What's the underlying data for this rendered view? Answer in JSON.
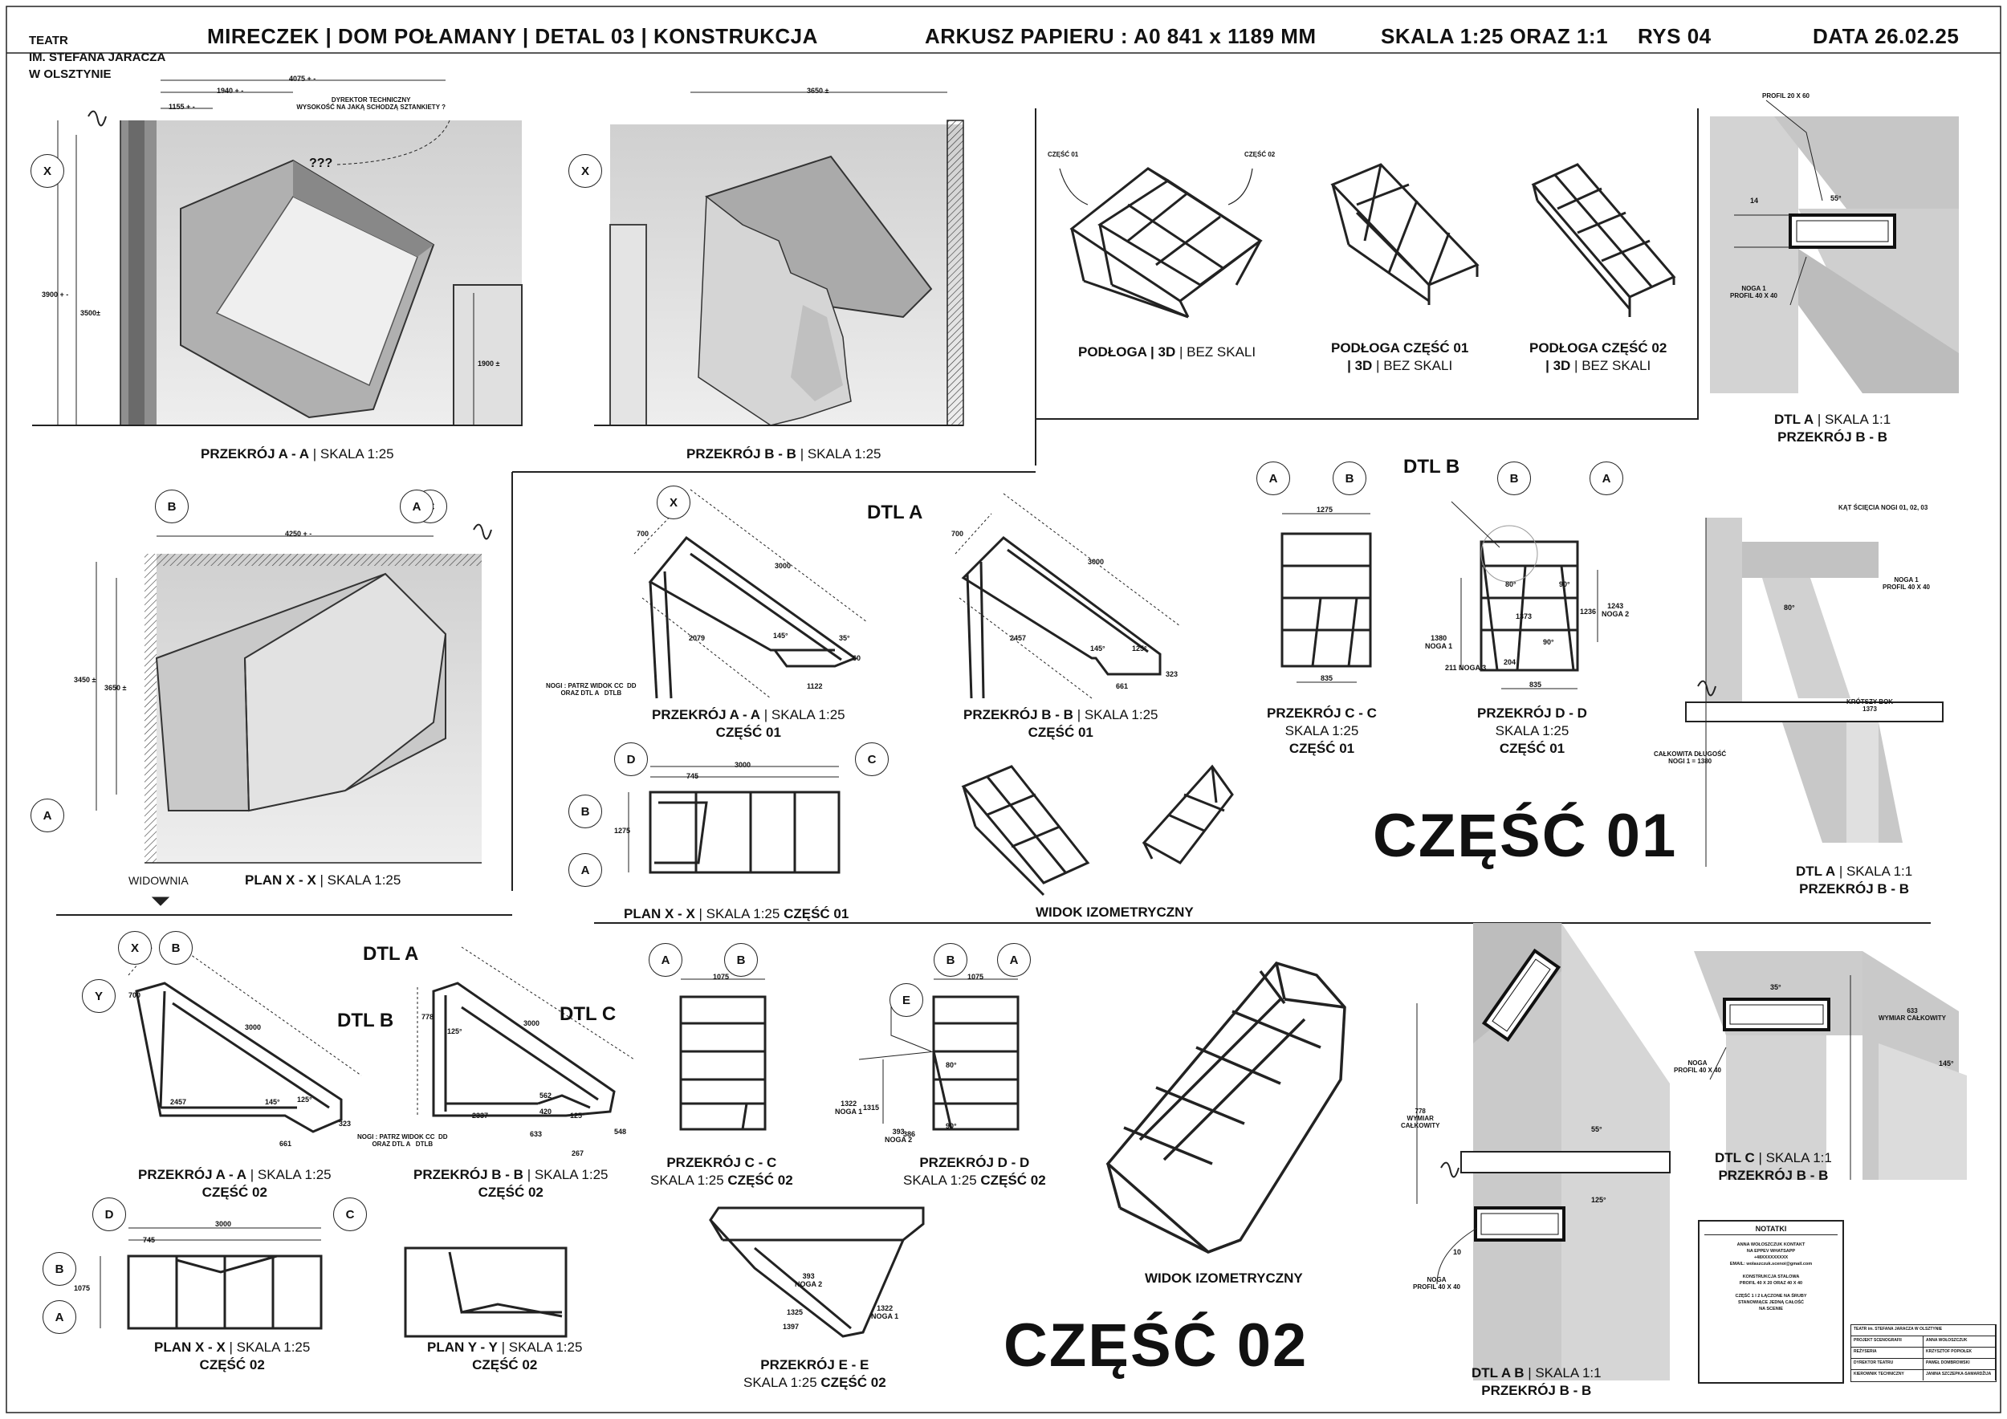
{
  "header": {
    "project": "MIRECZEK | DOM POŁAMANY | DETAL 03 | KONSTRUKCJA",
    "sheet": "ARKUSZ PAPIERU : A0  841 x 1189 MM",
    "scale": "SKALA 1:25 ORAZ 1:1",
    "drawing_no": "RYS 04",
    "date": "DATA 26.02.25"
  },
  "theatre": {
    "line1": "TEATR",
    "line2": "IM. STEFANA JARACZA",
    "line3": "W OLSZTYNIE"
  },
  "captions": {
    "section_aa": {
      "bold": "PRZEKRÓJ  A - A",
      "rest": " | SKALA 1:25"
    },
    "section_bb": {
      "bold": "PRZEKRÓJ  B - B",
      "rest": " | SKALA 1:25"
    },
    "floor_3d": {
      "bold": "PODŁOGA  | 3D",
      "rest": " | BEZ SKALI"
    },
    "floor_part01": {
      "l1": "PODŁOGA CZĘŚĆ 01",
      "l2b": "| 3D",
      "l2": " | BEZ SKALI"
    },
    "floor_part02": {
      "l1": "PODŁOGA CZĘŚĆ 02",
      "l2b": "| 3D",
      "l2": " | BEZ SKALI"
    },
    "dtl_a_top": {
      "l1b": "DTL A",
      "l1": " | SKALA 1:1",
      "l2": "PRZEKRÓJ  B - B"
    },
    "plan_xx": {
      "bold": "PLAN  X - X",
      "rest": " | SKALA 1:25"
    },
    "widownia": "WIDOWNIA",
    "p01_aa": {
      "bold": "PRZEKRÓJ  A - A",
      "rest": " | SKALA 1:25",
      "l2": "CZĘŚĆ 01"
    },
    "p01_bb": {
      "bold": "PRZEKRÓJ  B - B",
      "rest": " | SKALA 1:25",
      "l2": "CZĘŚĆ 01"
    },
    "p01_cc": {
      "l1": "PRZEKRÓJ  C - C",
      "l2": "SKALA 1:25",
      "l3": "CZĘŚĆ 01"
    },
    "p01_dd": {
      "l1": "PRZEKRÓJ  D - D",
      "l2": "SKALA 1:25",
      "l3": "CZĘŚĆ 01"
    },
    "p01_plan": {
      "bold": "PLAN X - X",
      "rest": " | SKALA 1:25  ",
      "tail": "CZĘŚĆ 01"
    },
    "p01_iso": "WIDOK IZOMETRYCZNY",
    "dtl_a_mid": {
      "l1b": "DTL A",
      "l1": " | SKALA 1:1",
      "l2": "PRZEKRÓJ  B - B"
    },
    "p02_aa": {
      "bold": "PRZEKRÓJ  A - A",
      "rest": " | SKALA 1:25",
      "l2": "CZĘŚĆ 02"
    },
    "p02_bb": {
      "bold": "PRZEKRÓJ  B - B",
      "rest": " | SKALA 1:25",
      "l2": "CZĘŚĆ 02"
    },
    "p02_cc": {
      "l1": "PRZEKRÓJ  C - C",
      "l2": "SKALA 1:25 ",
      "l2b": "CZĘŚĆ 02"
    },
    "p02_dd": {
      "l1": "PRZEKRÓJ  D - D",
      "l2": "SKALA 1:25 ",
      "l2b": "CZĘŚĆ 02"
    },
    "p02_ee": {
      "l1": "PRZEKRÓJ  E - E",
      "l2": "SKALA 1:25 ",
      "l2b": "CZĘŚĆ 02"
    },
    "p02_plan_xx": {
      "bold": "PLAN X - X",
      "rest": " | SKALA 1:25",
      "l2": "CZĘŚĆ 02"
    },
    "p02_plan_yy": {
      "bold": "PLAN Y - Y",
      "rest": " | SKALA 1:25",
      "l2": "CZĘŚĆ 02"
    },
    "p02_iso": "WIDOK IZOMETRYCZNY",
    "dtl_ab": {
      "l1b": "DTL A  B",
      "l1": " | SKALA 1:1",
      "l2": "PRZEKRÓJ  B - B"
    },
    "dtl_c": {
      "l1b": "DTL C",
      "l1": " | SKALA 1:1",
      "l2": "PRZEKRÓJ  B - B"
    }
  },
  "big_titles": {
    "part01": "CZĘŚĆ 01",
    "part02": "CZĘŚĆ 02"
  },
  "detail_tags": {
    "dtl_a_1": "DTL A",
    "dtl_b_1": "DTL B",
    "dtl_a_2": "DTL A",
    "dtl_b_2": "DTL B",
    "dtl_c": "DTL C"
  },
  "annotations": {
    "director_q": "DYREKTOR TECHNICZNY\nWYSOKOŚĆ NA JAKĄ SCHODZĄ SZTANKIETY ?",
    "qqq": "???",
    "czesc01_small": "CZĘŚĆ 01",
    "czesc02_small": "CZĘŚĆ 02",
    "profil_20x60": "PROFIL 20 X 60",
    "noga1_40x40": "NOGA 1\nPROFIL 40 X 40",
    "kat_ciecia": "KĄT ŚCIĘCIA NOGI 01, 02, 03",
    "noga1_40x40_b": "NOGA 1\nPROFIL 40 X 40",
    "krotszy_bok": "KRÓTSZY BOK\n1373",
    "calkowita": "CAŁKOWITA DŁUGOŚĆ\nNOGI 1 = 1380",
    "nogi_patrz_1": "NOGI : PATRZ WIDOK CC  DD\nORAZ DTL A   DTLB",
    "nogi_patrz_2": "NOGI : PATRZ WIDOK CC  DD\nORAZ DTL A   DTLB",
    "noga_40x40_c": "NOGA\nPROFIL 40 X 40",
    "wymiar_633": "633\nWYMIAR CAŁKOWITY",
    "wymiar_778": "778\nWYMIAR\nCAŁKOWITY",
    "noga_40x40_d": "NOGA\nPROFIL 40 X 40"
  },
  "dimensions": {
    "d4075": "4075 + -",
    "d1940": "1940 + -",
    "d1155": "1155 + -",
    "d3900": "3900 + -",
    "d3500": "3500±",
    "d1900": "1900 ±",
    "d3650a": "3650 ±",
    "d4250": "4250 + -",
    "d3450": "3450 ±",
    "d3650b": "3650 ±",
    "p01_700a": "700",
    "p01_3000a": "3000",
    "p01_2079": "2079",
    "p01_145a": "145°",
    "p01_35": "35°",
    "p01_60": "60",
    "p01_1122": "1122",
    "p01_700b": "700",
    "p01_3000b": "3000",
    "p01_2457": "2457",
    "p01_145b": "145°",
    "p01_125": "125°",
    "p01_661": "661",
    "p01_323": "323",
    "p01_1275a": "1275",
    "p01_835a": "835",
    "p01_1380": "1380\nNOGA 1",
    "p01_1373": "1373",
    "p01_1243": "1243\nNOGA 2",
    "p01_1236": "1236",
    "p01_211": "211 NOGA 3",
    "p01_204": "204",
    "p01_835b": "835",
    "p01_80": "80°",
    "p01_90a": "90°",
    "p01_90b": "90°",
    "p01_3000c": "3000",
    "p01_745": "745",
    "p01_1275b": "1275",
    "p02_700a": "700",
    "p02_3000a": "3000",
    "p02_2457": "2457",
    "p02_145a": "145°",
    "p02_125a": "125°",
    "p02_323a": "323",
    "p02_661": "661",
    "p02_778": "778",
    "p02_125b": "125°",
    "p02_3000b": "3000",
    "p02_2337": "2337",
    "p02_562": "562",
    "p02_420": "420",
    "p02_633": "633",
    "p02_125c": "125°",
    "p02_548": "548",
    "p02_267": "267",
    "p02_1075a": "1075",
    "p02_1075b": "1075",
    "p02_80": "80°",
    "p02_90": "90°",
    "p02_1322a": "1322\nNOGA 1",
    "p02_1315": "1315",
    "p02_393a": "393\nNOGA 2",
    "p02_386": "386",
    "p02_393b": "393\nNOGA 2",
    "p02_1325": "1325",
    "p02_1397": "1397",
    "p02_1322b": "1322\nNOGA 1",
    "p02_3000c": "3000",
    "p02_745": "745",
    "p02_1075c": "1075",
    "dtl_55a": "55°",
    "dtl_14": "14",
    "dtl_80": "80°",
    "dtl_55b": "55°",
    "dtl_125": "125°",
    "dtl_10": "10",
    "dtl_35": "35°",
    "dtl_145": "145°"
  },
  "markers": [
    "X",
    "X",
    "A",
    "B",
    "C",
    "B",
    "A",
    "X",
    "A",
    "B",
    "B",
    "A",
    "D",
    "C",
    "B",
    "A",
    "X",
    "Y",
    "A",
    "B",
    "B",
    "A",
    "E",
    "D",
    "C",
    "B",
    "A"
  ],
  "notes": {
    "title": "NOTATKI",
    "lines": "ANNA WOŁOSZCZUK KONTAKT\nNA EPPEV WHATSAPP\n+48XXXXXXXXX\nEMAIL: wolaszczuk.scenoi@gmail.com\n\nKONSTRUKCJA STALOWA\nPROFIL 40 X 20 ORAZ 40 X 40\n\nCZĘŚĆ 1 I 2 ŁĄCZONE NA ŚRUBY\nSTANOWIĄCE JEDNĄ CAŁOŚĆ\nNA SCENIE"
  },
  "title_block": {
    "r1a": "TEATR im. STEFANA JARACZA W OLSZTYNIE",
    "r1b": "",
    "r2a": "PROJEKT SCENOGRAFII",
    "r2b": "ANNA WOŁOSZCZUK",
    "r3a": "REŻYSERIA",
    "r3b": "KRZYSZTOF POPIOŁEK",
    "r4a": "DYREKTOR TEATRU",
    "r4b": "PAWEŁ DOMBROWSKI",
    "r5a": "KIEROWNIK TECHNICZNY",
    "r5b": "JANINA SZCZEPKA-SAMARDŽIJA"
  }
}
